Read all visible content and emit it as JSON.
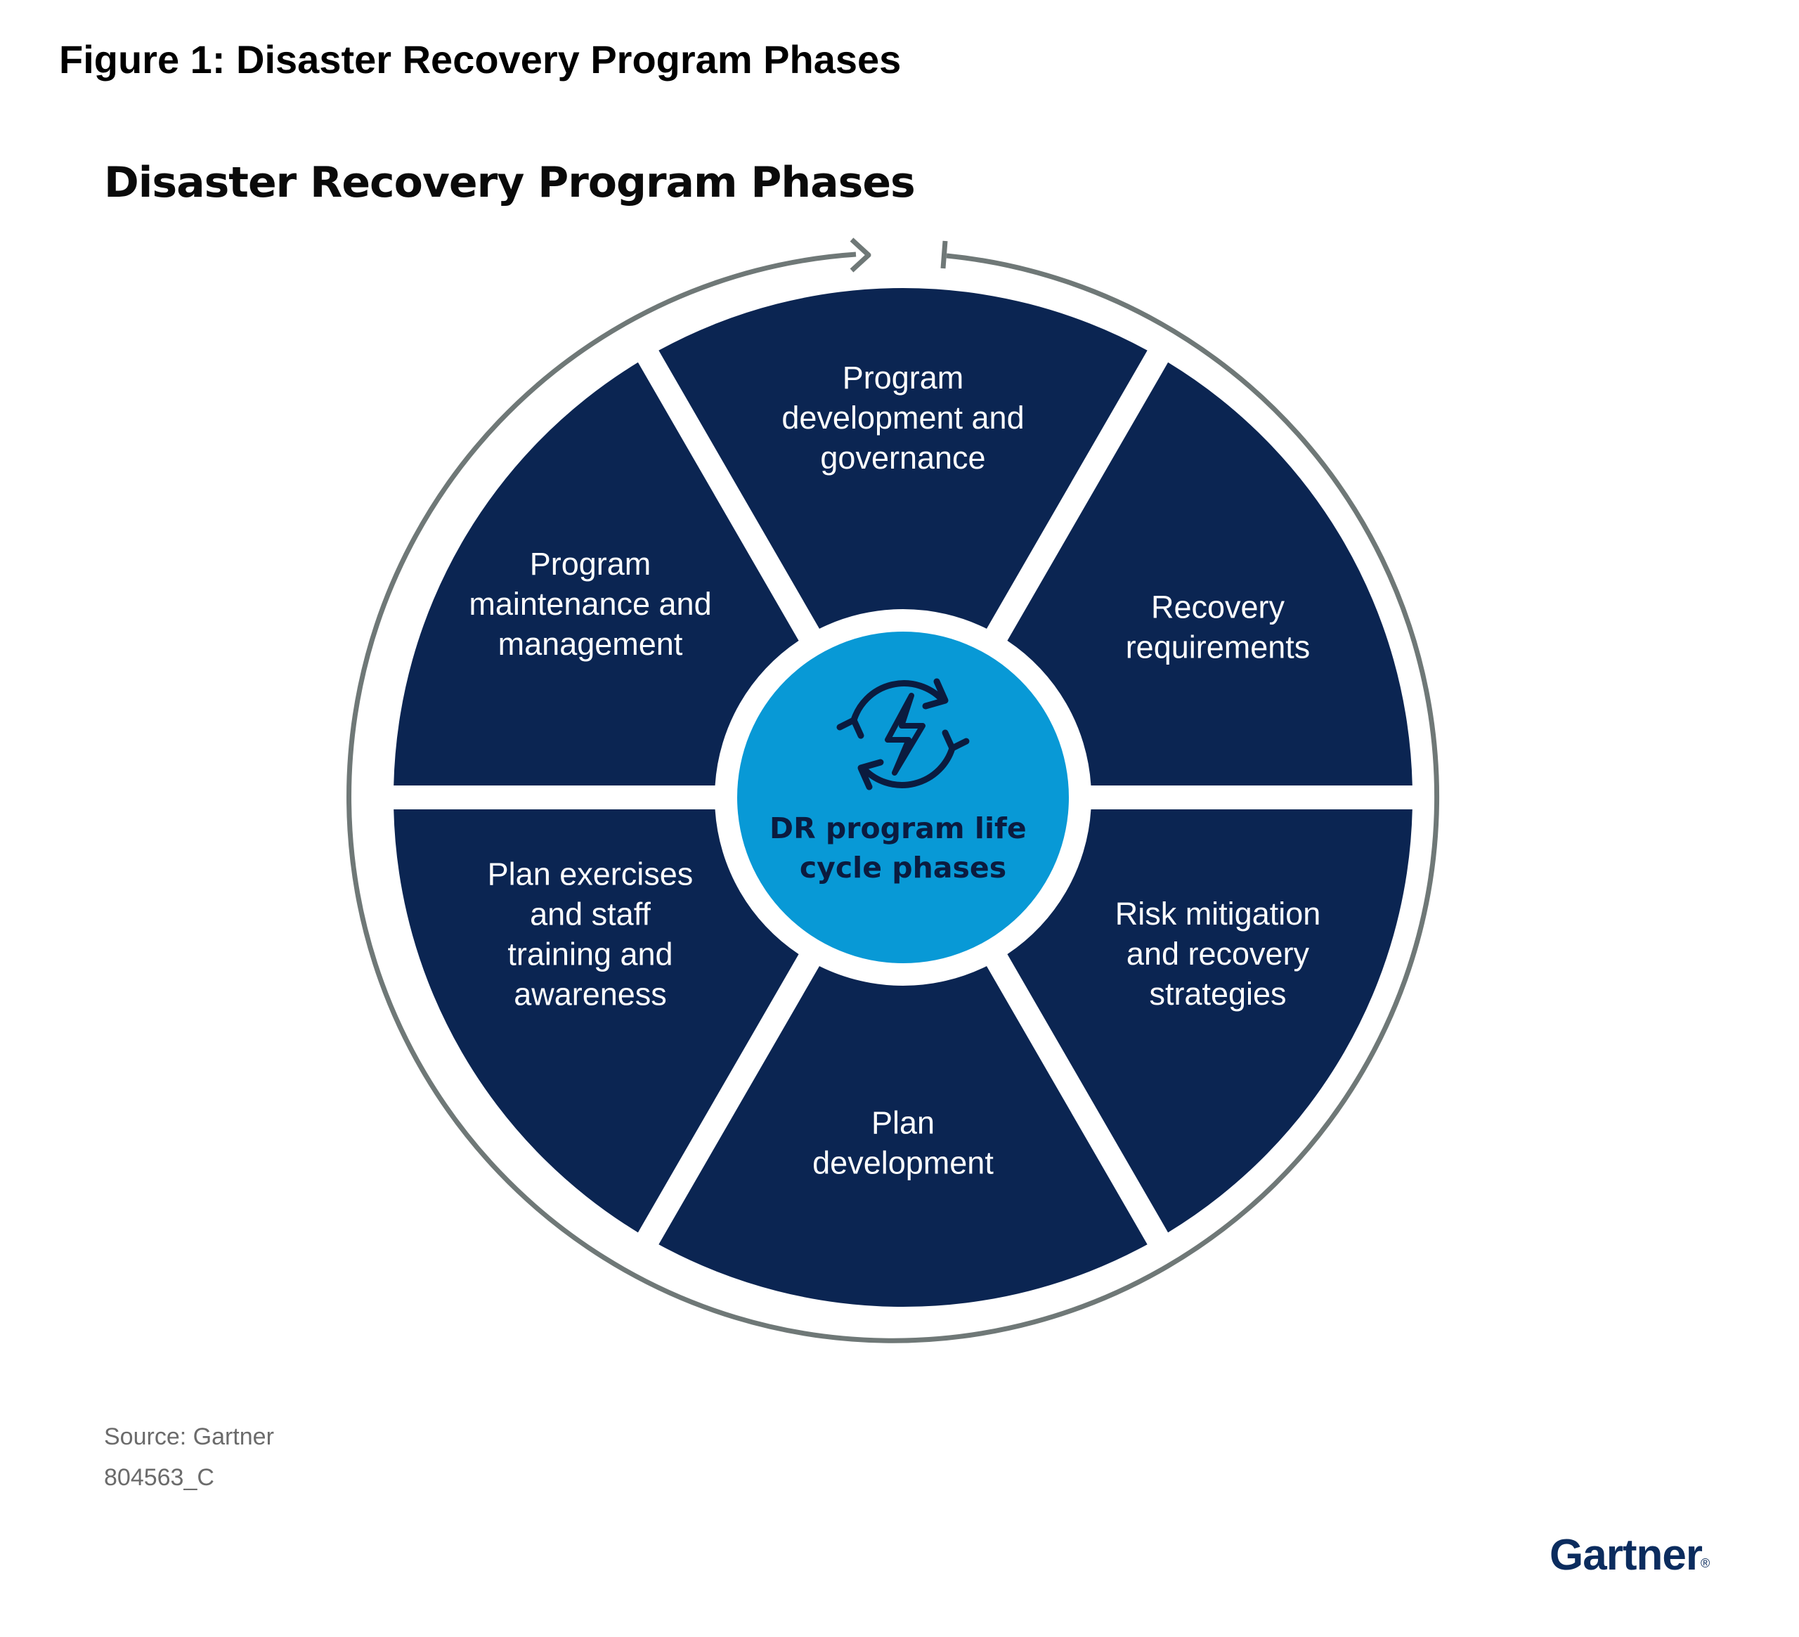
{
  "figure_title": "Figure 1: Disaster Recovery Program Phases",
  "diagram_title": "Disaster Recovery Program Phases",
  "center": {
    "label_lines": [
      "DR program life",
      "cycle phases"
    ],
    "icon": "cycle-lightning-icon"
  },
  "segments": [
    {
      "id": "top",
      "lines": [
        "Program",
        "development and",
        "governance"
      ]
    },
    {
      "id": "upper-right",
      "lines": [
        "Recovery",
        "requirements"
      ]
    },
    {
      "id": "lower-right",
      "lines": [
        "Risk mitigation",
        "and recovery",
        "strategies"
      ]
    },
    {
      "id": "bottom",
      "lines": [
        "Plan",
        "development"
      ]
    },
    {
      "id": "lower-left",
      "lines": [
        "Plan exercises",
        "and staff",
        "training and",
        "awareness"
      ]
    },
    {
      "id": "upper-left",
      "lines": [
        "Program",
        "maintenance and",
        "management"
      ]
    }
  ],
  "source": "Source: Gartner",
  "code": "804563_C",
  "brand": "Gartner",
  "colors": {
    "segment": "#0b2552",
    "center": "#0899d6",
    "ring": "#6f7877",
    "center_text": "#0b1b3f"
  }
}
